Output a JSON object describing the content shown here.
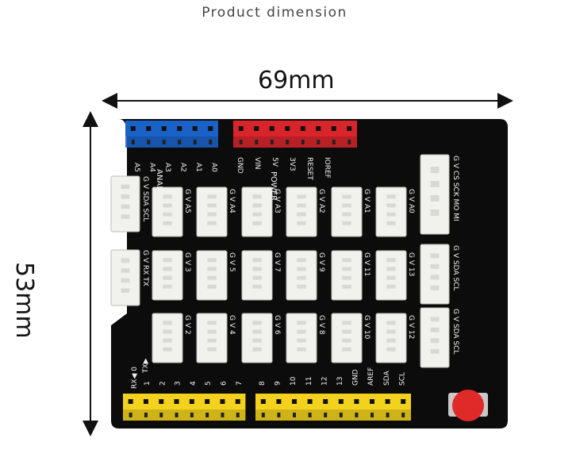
{
  "caption": "Product dimension",
  "dimensions": {
    "width": "69mm",
    "height": "53mm"
  },
  "labels": {
    "analog_pins": [
      "A5",
      "A4",
      "A3",
      "A2",
      "A1",
      "A0"
    ],
    "analog_in": "ANALOG IN",
    "power_pins": [
      "GND",
      "VIN",
      "5V",
      "3V3",
      "RESET",
      "IOREF"
    ],
    "power": "POWER",
    "row1": [
      "G V A5",
      "G V A4",
      "G V A3",
      "G V A2",
      "G V A1",
      "G V A0"
    ],
    "row2": [
      "G V 3",
      "G V 5",
      "G V 7",
      "G V 9",
      "G V 11",
      "G V 13"
    ],
    "row3": [
      "G V 2",
      "G V 4",
      "G V 6",
      "G V 8",
      "G V 10",
      "G V 12"
    ],
    "left_top": "G V SDA SCL",
    "left_mid": "G V RX TX",
    "right_spi": "G V CS SCK MO MI",
    "right_i2c_a": "G V SDA SCL",
    "right_i2c_b": "G V SDA SCL",
    "digital_left": [
      "1",
      "2",
      "3",
      "4",
      "5",
      "6",
      "7"
    ],
    "digital_right": [
      "8",
      "9",
      "10",
      "11",
      "12",
      "13",
      "GND",
      "AREF",
      "SDA",
      "SCL"
    ],
    "rx": "RX◀ 0",
    "tx": "TX▶"
  },
  "colors": {
    "board": "#0c0c0c",
    "header_blue": "#1a62c8",
    "header_red": "#d8242b",
    "header_yellow": "#f2d21c",
    "connector": "#f1f1ee",
    "button": "#e02a2a"
  }
}
